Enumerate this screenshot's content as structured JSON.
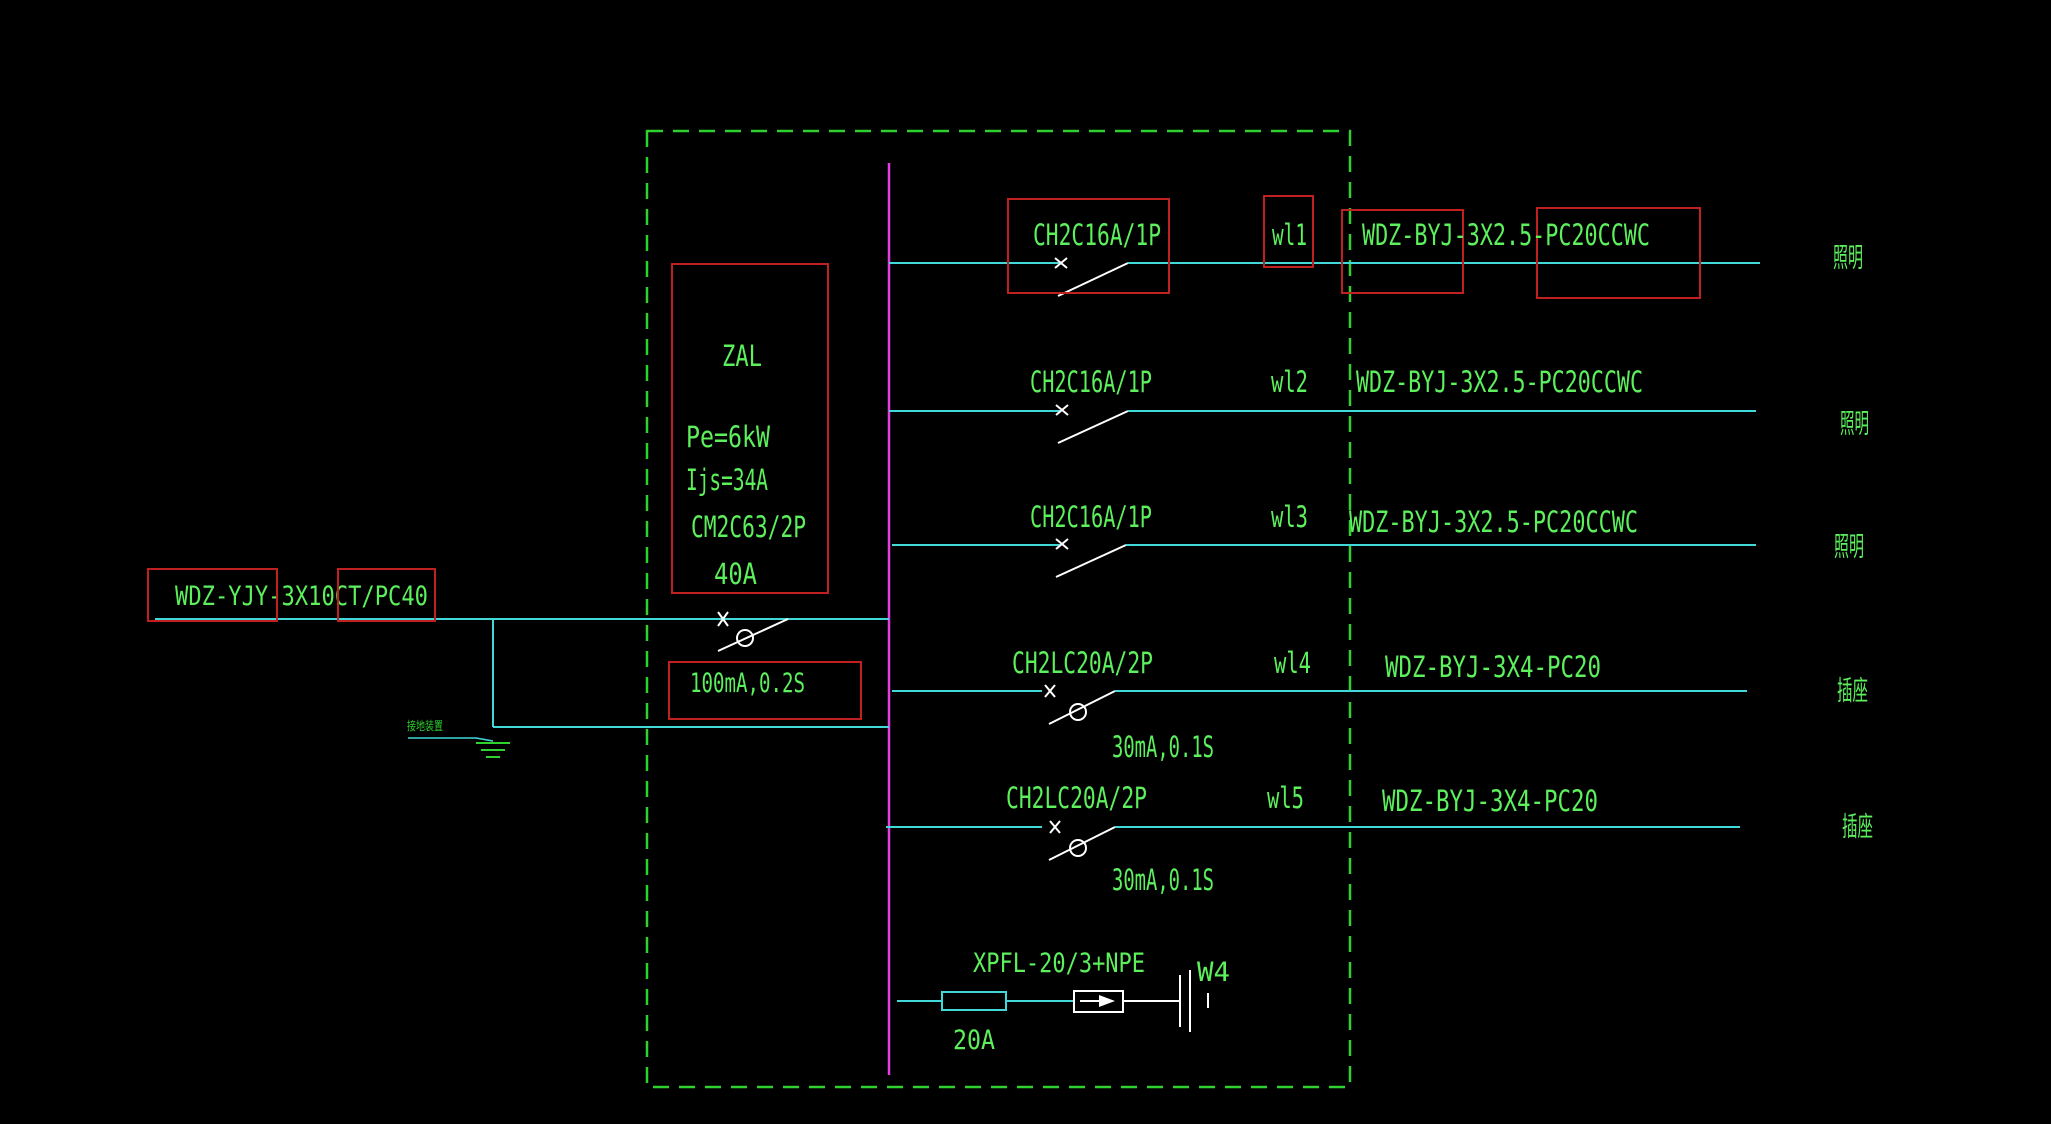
{
  "colors": {
    "background": "#000000",
    "text": "#5df05d",
    "wire": "#40d8d8",
    "bus": "#e040e0",
    "panel_border": "#2fd12f",
    "highlight": "#c02020",
    "symbol": "#ffffff"
  },
  "incoming": {
    "cable": "WDZ-YJY-3X10CT/PC40",
    "ground_label": "接地装置"
  },
  "main_panel": {
    "name": "ZAL",
    "pe": "Pe=6kW",
    "ijs": "Ijs=34A",
    "breaker": "CM2C63/2P",
    "rating": "40A",
    "rcd": "100mA,0.2S"
  },
  "circuits": [
    {
      "breaker": "CH2C16A/1P",
      "id": "wl1",
      "cable": "WDZ-BYJ-3X2.5-PC20CCWC",
      "load": "照明",
      "rcd": ""
    },
    {
      "breaker": "CH2C16A/1P",
      "id": "wl2",
      "cable": "WDZ-BYJ-3X2.5-PC20CCWC",
      "load": "照明",
      "rcd": ""
    },
    {
      "breaker": "CH2C16A/1P",
      "id": "wl3",
      "cable": "WDZ-BYJ-3X2.5-PC20CCWC",
      "load": "照明",
      "rcd": ""
    },
    {
      "breaker": "CH2LC20A/2P",
      "id": "wl4",
      "cable": "WDZ-BYJ-3X4-PC20",
      "load": "插座",
      "rcd": "30mA,0.1S"
    },
    {
      "breaker": "CH2LC20A/2P",
      "id": "wl5",
      "cable": "WDZ-BYJ-3X4-PC20",
      "load": "插座",
      "rcd": "30mA,0.1S"
    }
  ],
  "spd": {
    "model": "XPFL-20/3+NPE",
    "fuse": "20A",
    "circuit_id": "W4"
  }
}
